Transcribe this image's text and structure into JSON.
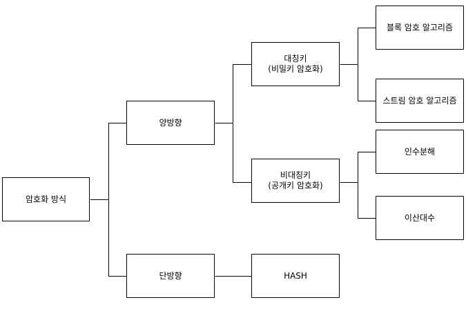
{
  "nodes": {
    "root": "암호화 방식",
    "bidirectional": "양방향",
    "unidirectional": "단방향",
    "symmetric": "대칭키\n(비밀키 암호화)",
    "asymmetric": "비대칭키\n(공개키 암호화)",
    "hash": "HASH",
    "block": "블록 암호 알고리즘",
    "stream": "스트림 암호 알고리즘",
    "factorization": "인수분해",
    "discrete_log": "이산대수"
  },
  "colors": {
    "line": "#000000",
    "box_border": "#000000",
    "box_fill": "#ffffff"
  }
}
